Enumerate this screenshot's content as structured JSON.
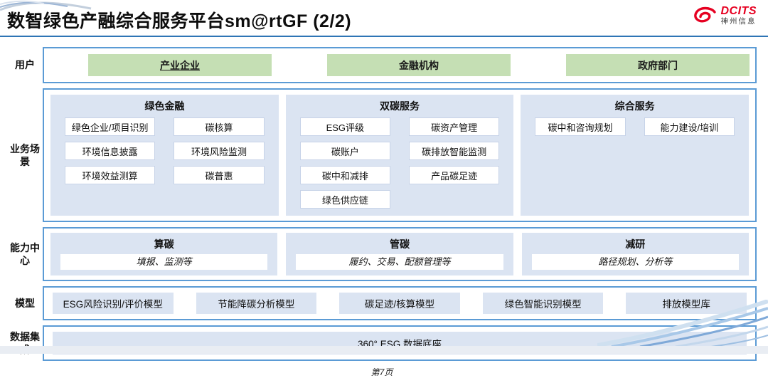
{
  "header": {
    "title": "数智绿色产融综合服务平台sm@rtGF (2/2)",
    "logo": {
      "brand": "DCITS",
      "company": "神州信息"
    }
  },
  "rows": {
    "users": {
      "label": "用户",
      "items": [
        "产业企业",
        "金融机构",
        "政府部门"
      ]
    },
    "scenarios": {
      "label": "业务场景",
      "columns": [
        {
          "title": "绿色金融",
          "items": [
            "绿色企业/项目识别",
            "碳核算",
            "环境信息披露",
            "环境风险监测",
            "环境效益测算",
            "碳普惠"
          ]
        },
        {
          "title": "双碳服务",
          "items": [
            "ESG评级",
            "碳资产管理",
            "碳账户",
            "碳排放智能监测",
            "碳中和减排",
            "产品碳足迹",
            "绿色供应链"
          ]
        },
        {
          "title": "综合服务",
          "items": [
            "碳中和咨询规划",
            "能力建设/培训"
          ]
        }
      ]
    },
    "capabilities": {
      "label": "能力中心",
      "items": [
        {
          "title": "算碳",
          "desc": "填报、监测等"
        },
        {
          "title": "管碳",
          "desc": "履约、交易、配额管理等"
        },
        {
          "title": "减研",
          "desc": "路径规划、分析等"
        }
      ]
    },
    "models": {
      "label": "模型",
      "items": [
        "ESG风险识别/评价模型",
        "节能降碳分析模型",
        "碳足迹/核算模型",
        "绿色智能识别模型",
        "排放模型库"
      ]
    },
    "data_integration": {
      "label": "数据集成",
      "items": [
        "360° ESG 数据底座"
      ]
    }
  },
  "footer": {
    "page": "第7页"
  },
  "colors": {
    "accent_blue_border": "#5b9bd5",
    "panel_blue": "#dbe4f2",
    "green_user": "#c5dfb4",
    "title_rule_blue": "#2e75b5",
    "brand_red": "#e60021",
    "bottom_strip": "#e9edf3"
  }
}
